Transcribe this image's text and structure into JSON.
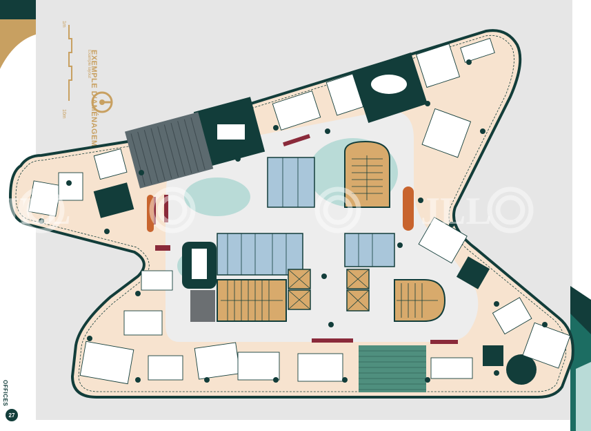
{
  "title": "EXEMPLE D'AMÉNAGEMENT",
  "subtitle": "Example layout",
  "scale": {
    "min_label": "1m",
    "max_label": "10m"
  },
  "section_label": "OFFICES",
  "page_number": "27",
  "watermark_text": "JLL",
  "colors": {
    "dark_teal": "#123d3a",
    "floor": "#f7e3cf",
    "wc_blue": "#a9c6da",
    "stair_tan": "#d8aa6c",
    "accent_gold": "#c8a061",
    "lounge_teal": "#b9dbd7",
    "maroon": "#8a2a3a",
    "orange": "#c8642e"
  },
  "icons": [
    "logo-mark-icon",
    "north-compass-icon"
  ]
}
